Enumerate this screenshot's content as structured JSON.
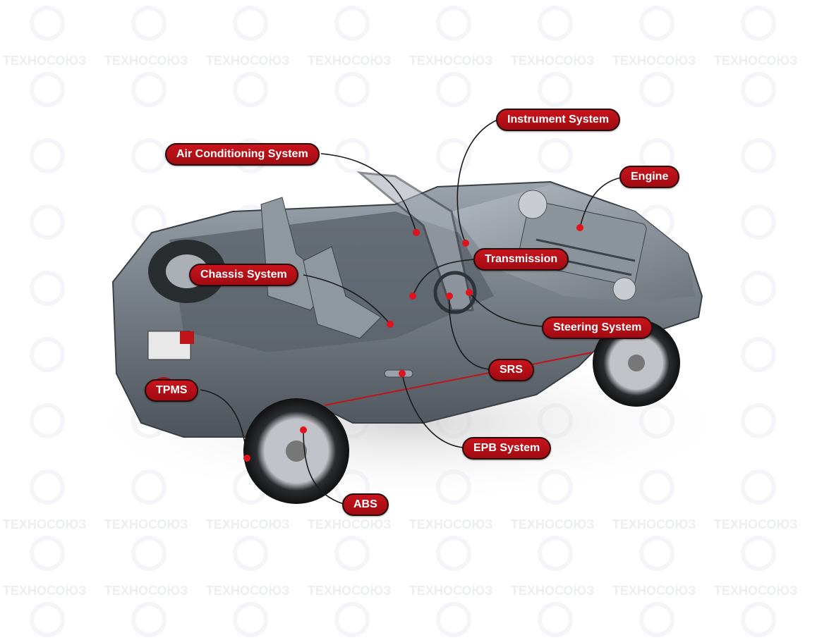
{
  "watermark": {
    "text": "ТЕХНОСОЮЗ",
    "icon": "globe-icon"
  },
  "labels": {
    "instrument": "Instrument System",
    "air_conditioning": "Air Conditioning System",
    "engine": "Engine",
    "transmission": "Transmission",
    "chassis": "Chassis System",
    "steering": "Steering System",
    "srs": "SRS",
    "tpms": "TPMS",
    "epb": "EPB System",
    "abs": "ABS"
  },
  "colors": {
    "label_fill": "#b5101a",
    "leader_line": "#1a1a1a",
    "dot": "#e0141e",
    "body": "#7d858f"
  }
}
